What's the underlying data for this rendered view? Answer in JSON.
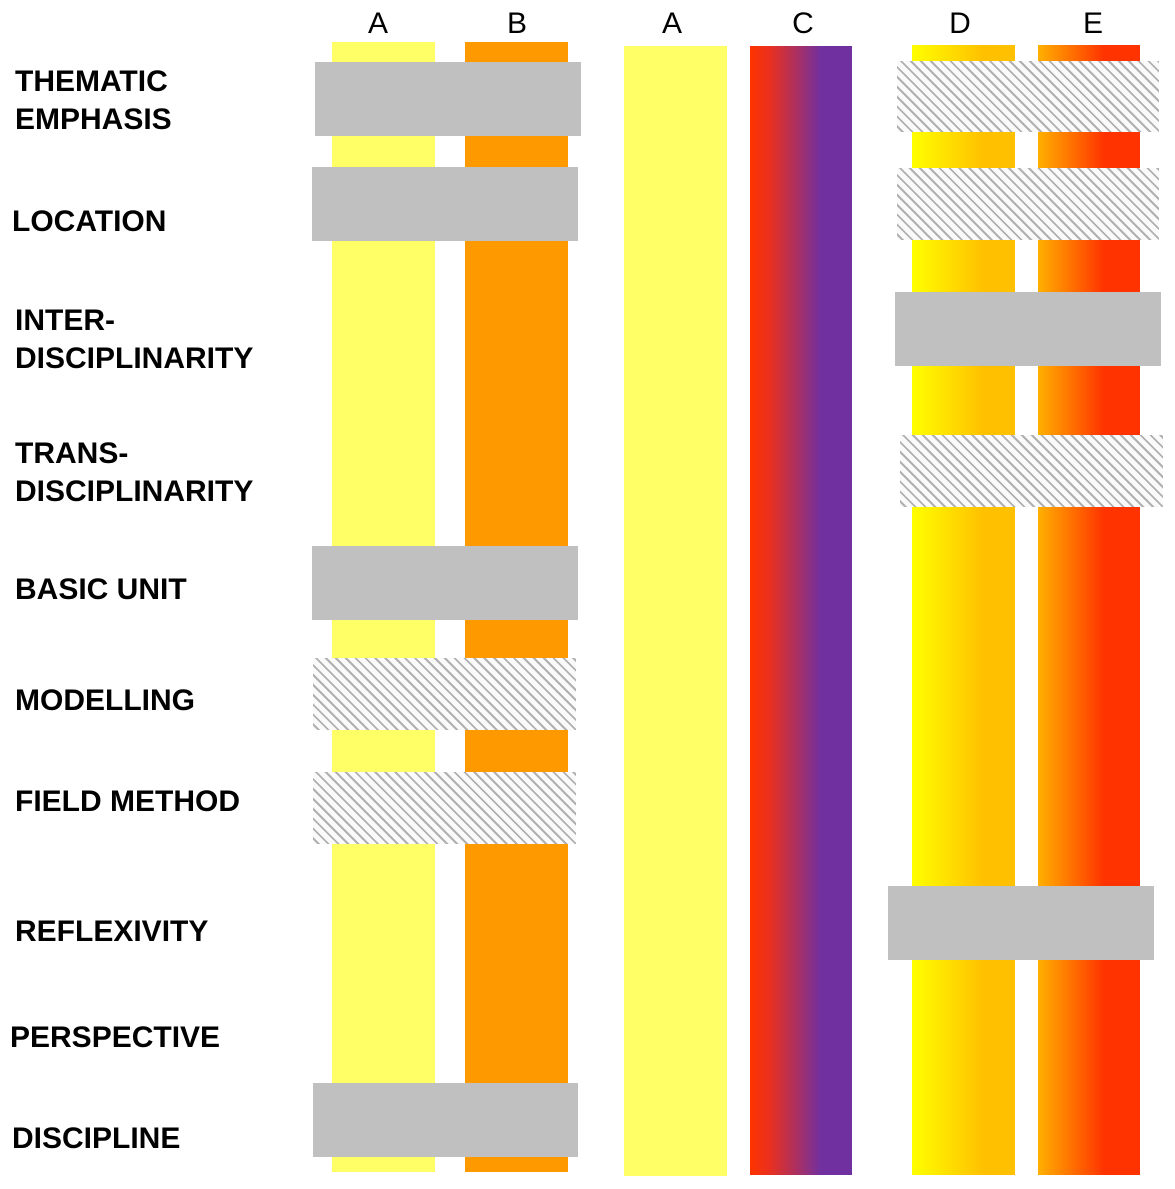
{
  "columns": [
    {
      "label": "A",
      "color": "#ffff66"
    },
    {
      "label": "B",
      "color": "#ff9900"
    },
    {
      "label": "A",
      "color": "#ffff66"
    },
    {
      "label": "C",
      "gradient": [
        "#ff3300",
        "#7030a0"
      ]
    },
    {
      "label": "D",
      "gradient": [
        "#ffff00",
        "#ffc000"
      ]
    },
    {
      "label": "E",
      "gradient": [
        "#ffb000",
        "#ff3300"
      ]
    }
  ],
  "rows": [
    {
      "line1": "THEMATIC",
      "line2": "EMPHASIS"
    },
    {
      "line1": "LOCATION"
    },
    {
      "line1": "INTER-",
      "line2": "DISCIPLINARITY"
    },
    {
      "line1": "TRANS-",
      "line2": "DISCIPLINARITY"
    },
    {
      "line1": "BASIC UNIT"
    },
    {
      "line1": "MODELLING"
    },
    {
      "line1": "FIELD METHOD"
    },
    {
      "line1": "REFLEXIVITY"
    },
    {
      "line1": "PERSPECTIVE"
    },
    {
      "line1": "DISCIPLINE"
    }
  ]
}
